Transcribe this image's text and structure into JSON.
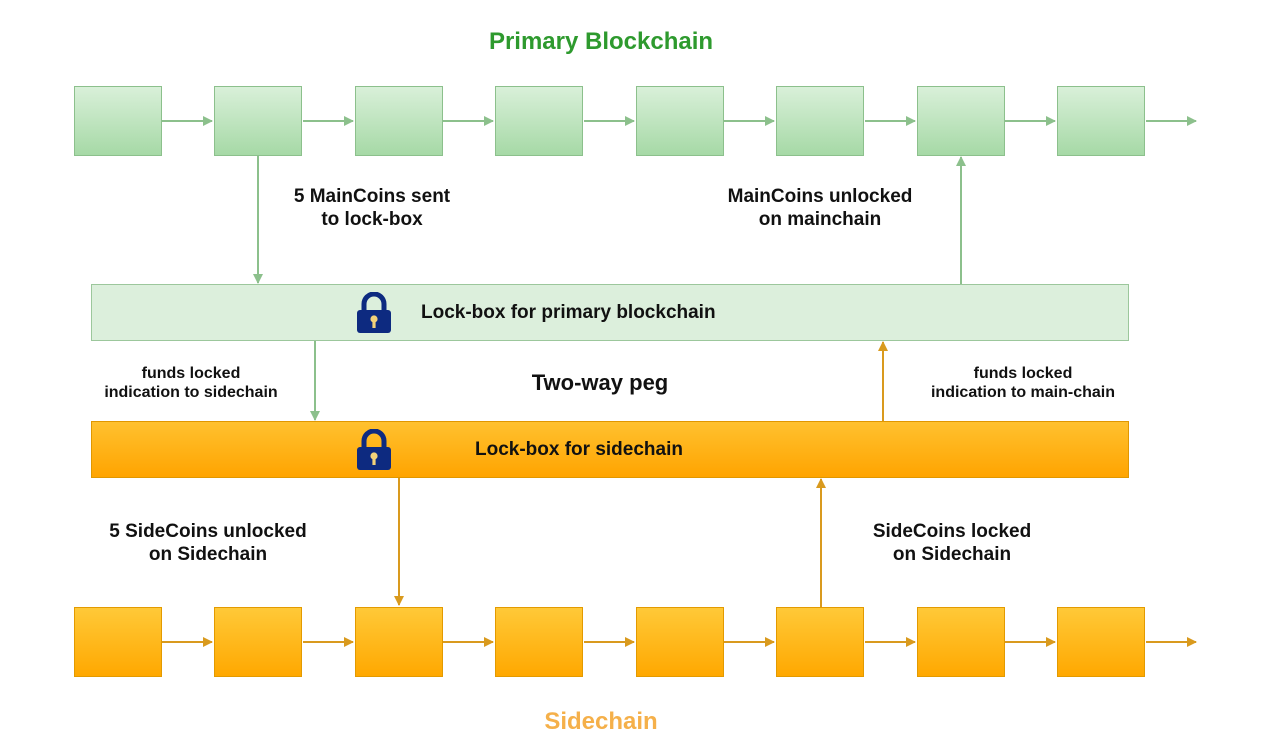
{
  "titles": {
    "primary": "Primary Blockchain",
    "sidechain": "Sidechain"
  },
  "lockboxes": {
    "primary": "Lock-box for primary blockchain",
    "sidechain": "Lock-box for sidechain"
  },
  "labels": {
    "main_sent_line1": "5 MainCoins sent",
    "main_sent_line2": "to lock-box",
    "main_unlocked_line1": "MainCoins unlocked",
    "main_unlocked_line2": "on mainchain",
    "funds_locked_side_line1": "funds locked",
    "funds_locked_side_line2": "indication to sidechain",
    "two_way_peg": "Two-way peg",
    "funds_locked_main_line1": "funds locked",
    "funds_locked_main_line2": "indication to main-chain",
    "side_unlocked_line1": "5 SideCoins unlocked",
    "side_unlocked_line2": "on Sidechain",
    "side_locked_line1": "SideCoins locked",
    "side_locked_line2": "on Sidechain"
  },
  "colors": {
    "primary_title": "#2e9a2e",
    "sidechain_title": "#f5b04a",
    "green_arrow": "#8cc08c",
    "orange_arrow": "#d99a1e",
    "lock_icon": "#0d2a80"
  }
}
